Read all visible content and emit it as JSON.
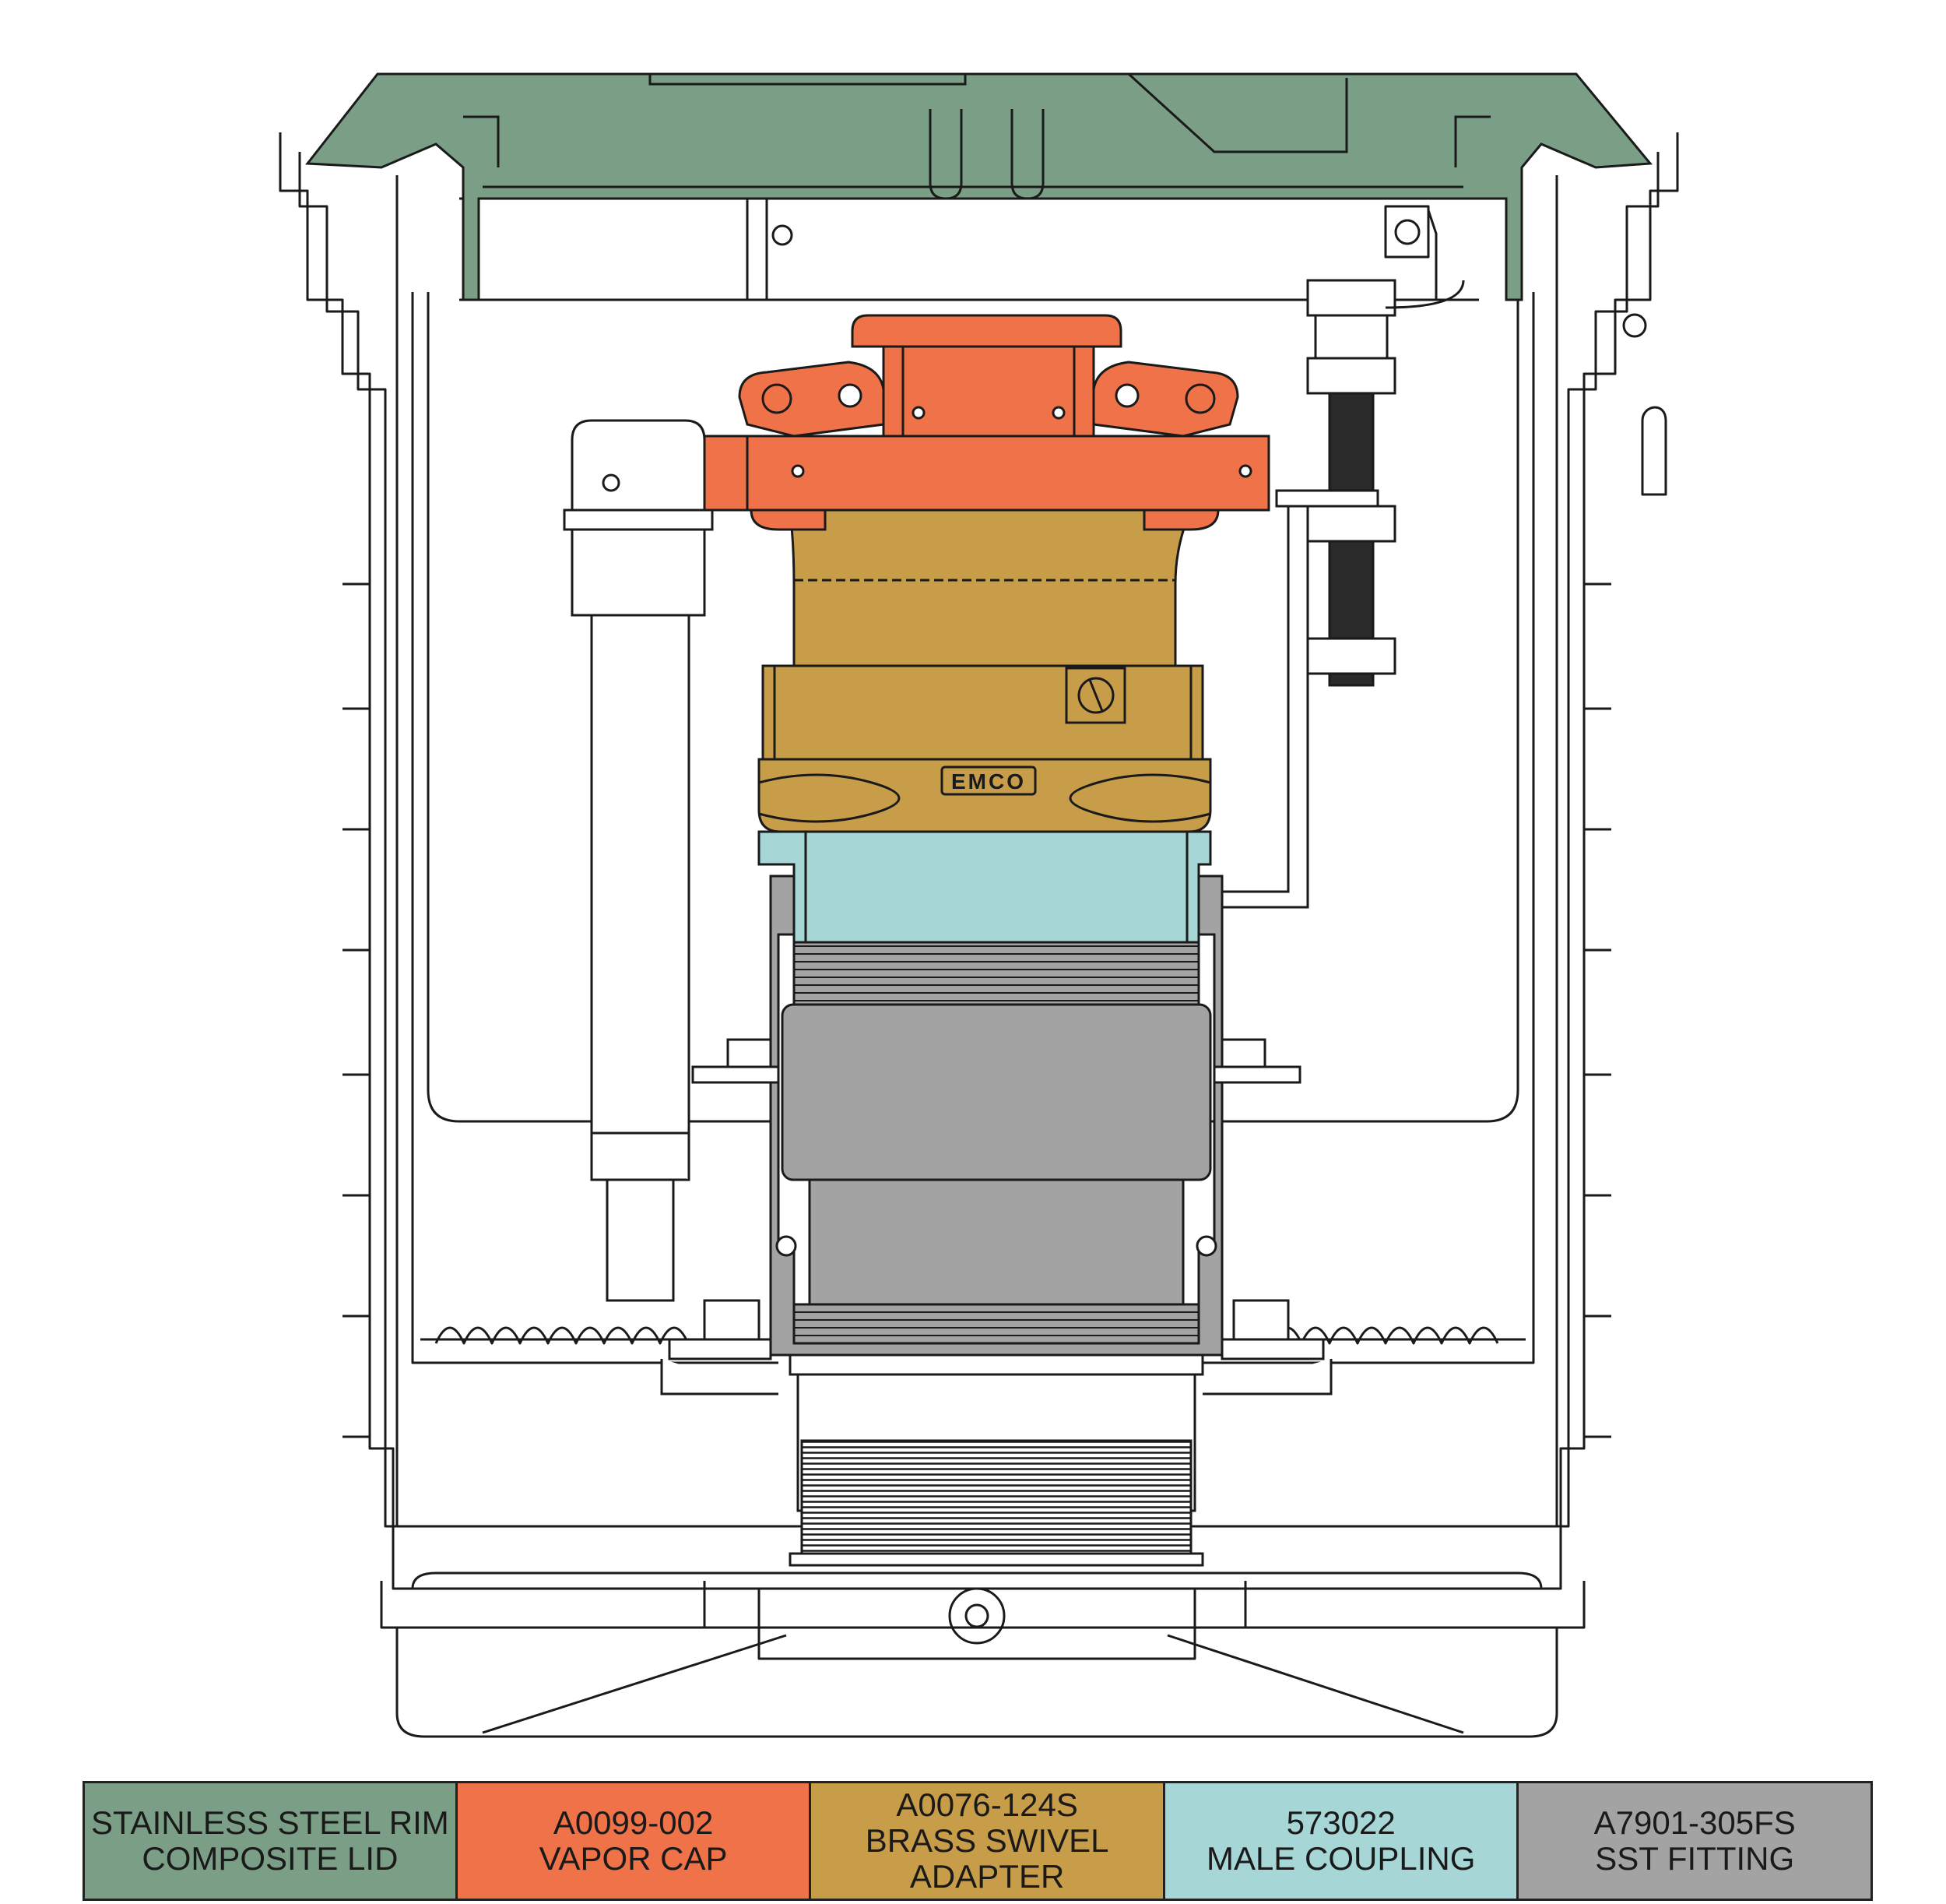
{
  "colors": {
    "lid": "#7a9e86",
    "vapor_cap": "#f07248",
    "brass": "#c89d4a",
    "coupling": "#a6d6d6",
    "fitting": "#a3a3a3",
    "line": "#1a1a1a"
  },
  "brand_mark": "EMCO",
  "legend": [
    {
      "line1": "STAINLESS STEEL RIM",
      "line2": "COMPOSITE LID",
      "line3": "",
      "color_key": "lid"
    },
    {
      "line1": "A0099-002",
      "line2": "VAPOR CAP",
      "line3": "",
      "color_key": "vapor_cap"
    },
    {
      "line1": "A0076-124S",
      "line2": "BRASS SWIVEL",
      "line3": "ADAPTER",
      "color_key": "brass"
    },
    {
      "line1": "573022",
      "line2": "MALE COUPLING",
      "line3": "",
      "color_key": "coupling"
    },
    {
      "line1": "A7901-305FS",
      "line2": "SST FITTING",
      "line3": "",
      "color_key": "fitting"
    }
  ]
}
